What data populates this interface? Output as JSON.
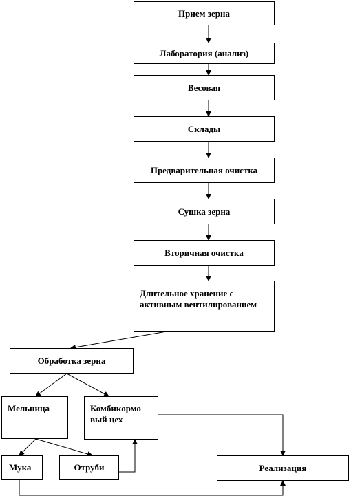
{
  "nodes": {
    "priem": "Прием зерна",
    "lab": "Лаборатория (анализ)",
    "vesovaya": "Весовая",
    "sklady": "Склады",
    "pred_ochistka": "Предварительная очистка",
    "sushka": "Сушка  зерна",
    "vtor_ochistka": "Вторичная очистка",
    "hranenie": "Длительное хранение с активным вентилированием",
    "obrabotka": "Обработка зерна",
    "melnica": "Мельница",
    "kombikorm": "Комбикормо вый цех",
    "muka": "Мука",
    "otrubi": "Отруби",
    "realizaciya": "Реализация"
  }
}
